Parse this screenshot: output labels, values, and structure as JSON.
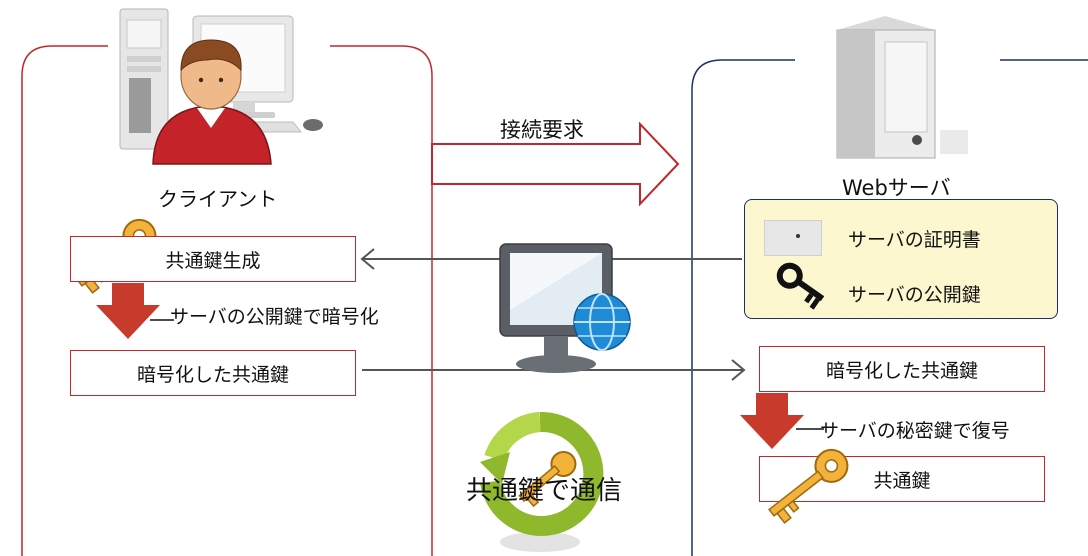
{
  "client": {
    "label": "クライアント",
    "key_gen_box": "共通鍵生成",
    "encrypt_step": "サーバの公開鍵で暗号化",
    "encrypted_key_box": "暗号化した共通鍵"
  },
  "request": {
    "label": "接続要求"
  },
  "server": {
    "label": "Webサーバ",
    "certificate": "サーバの証明書",
    "public_key": "サーバの公開鍵",
    "encrypted_key_box": "暗号化した共通鍵",
    "decrypt_step": "サーバの秘密鍵で復号",
    "common_key_box": "共通鍵"
  },
  "communication": {
    "label": "共通鍵で通信"
  },
  "colors": {
    "client": "#c0282d",
    "server": "#1b2f6b",
    "info_fill": "#fdf7d0",
    "arrow_fill": "#c73a2c"
  }
}
